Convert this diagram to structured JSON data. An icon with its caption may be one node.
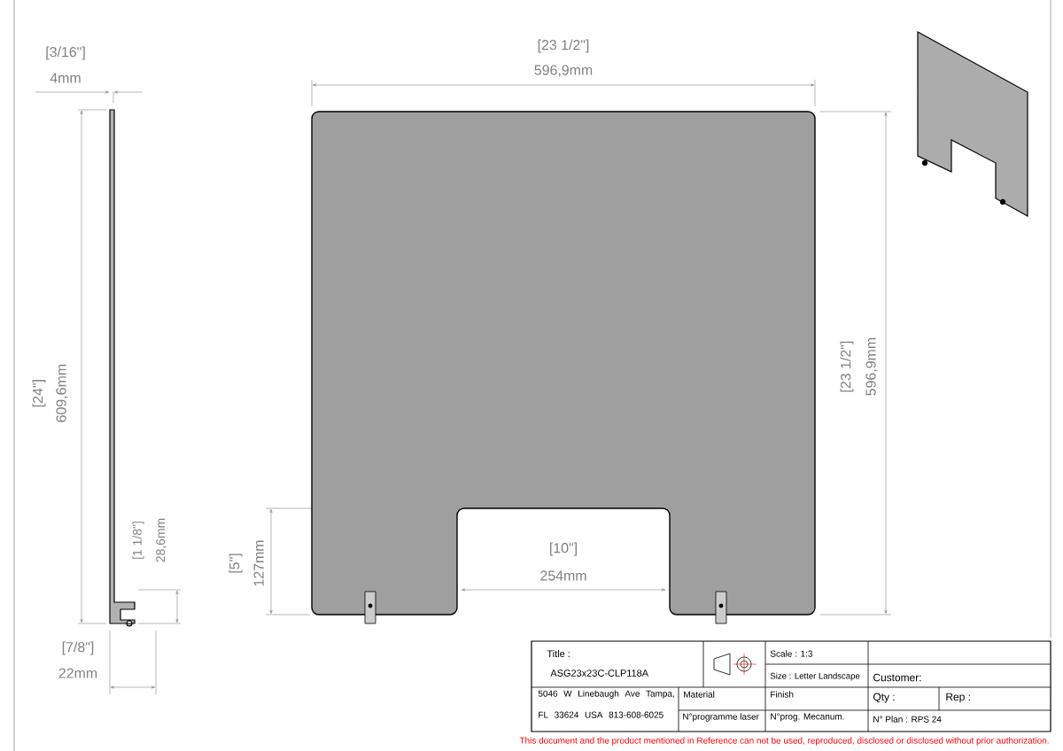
{
  "diagram": {
    "labels": [
      "[3/16\"]",
      "4mm",
      "[24\"]",
      "609,6mm",
      "[1 1/8\"]",
      "28,6mm",
      "[7/8\"]",
      "22mm",
      "[5\"]",
      "127mm",
      "[23 1/2\"]",
      "596,9mm",
      "[10\"]",
      "254mm",
      "[23 1/2\"]",
      "596,9mm",
      "Title :",
      "ASG23x23C-CLP118A",
      "Scale : 1:3",
      "Size : Letter Landscape",
      "Customer:",
      "5046 W Linebaugh Ave Tampa, FL 33624 USA 813-608-6025",
      "Material",
      "Finish",
      "Qty :",
      "Rep :",
      "N°programme laser",
      "N°prog. Mecanum.",
      "N° Plan : RPS 24",
      "This document and the product mentioned in Reference can not be used, reproduced, disclosed or disclosed without prior authorization."
    ]
  }
}
